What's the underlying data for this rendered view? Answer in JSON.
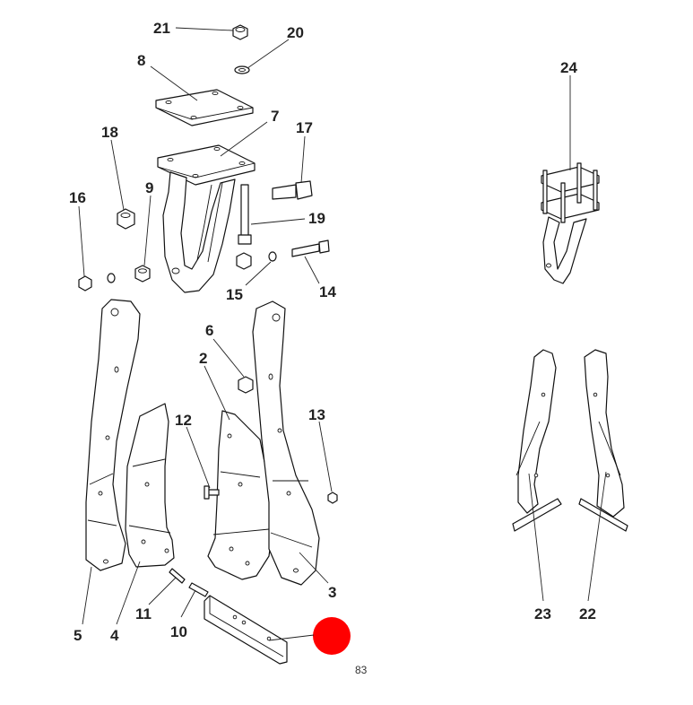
{
  "callouts": [
    "21",
    "20",
    "8",
    "7",
    "18",
    "17",
    "9",
    "16",
    "19",
    "15",
    "14",
    "6",
    "2",
    "12",
    "13",
    "5",
    "4",
    "11",
    "10",
    "3",
    "24",
    "23",
    "22"
  ],
  "page_number": "83",
  "colors": {
    "line": "#111111",
    "marker": "#ff0000",
    "text": "#222222"
  }
}
